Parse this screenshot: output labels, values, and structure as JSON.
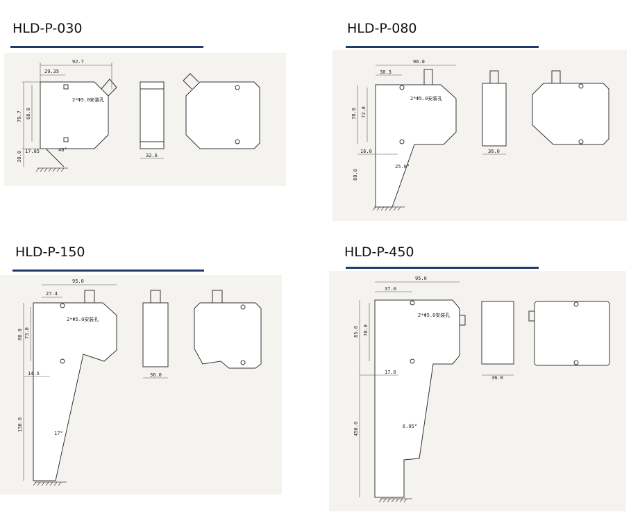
{
  "colors": {
    "rule": "#1f3a6e",
    "sheet": "#f5f3ef"
  },
  "panels": [
    {
      "title": "HLD-P-030",
      "dims": {
        "width": "92.7",
        "offset": "29.35",
        "height": "79.7",
        "inner": "68.0",
        "base": "30.0",
        "foot": "17.85",
        "angle": "40°",
        "depth": "32.6",
        "hole": "2*Φ5.0安装孔"
      }
    },
    {
      "title": "HLD-P-080",
      "dims": {
        "width": "96.0",
        "offset": "30.3",
        "height": "78.0",
        "inner": "72.0",
        "base": "80.0",
        "foot": "16.0",
        "angle": "25.0°",
        "depth": "36.0",
        "hole": "2*Φ5.0安装孔"
      }
    },
    {
      "title": "HLD-P-150",
      "dims": {
        "width": "95.0",
        "offset": "27.4",
        "height": "80.0",
        "inner": "73.0",
        "base": "150.0",
        "foot": "14.5",
        "angle": "17°",
        "depth": "36.0",
        "hole": "2*Φ5.0安装孔"
      }
    },
    {
      "title": "HLD-P-450",
      "dims": {
        "width": "95.0",
        "offset": "37.0",
        "height": "85.0",
        "inner": "78.0",
        "base": "450.0",
        "foot": "17.0",
        "angle": "6.95°",
        "depth": "36.0",
        "hole": "2*Φ5.0安装孔"
      }
    }
  ]
}
